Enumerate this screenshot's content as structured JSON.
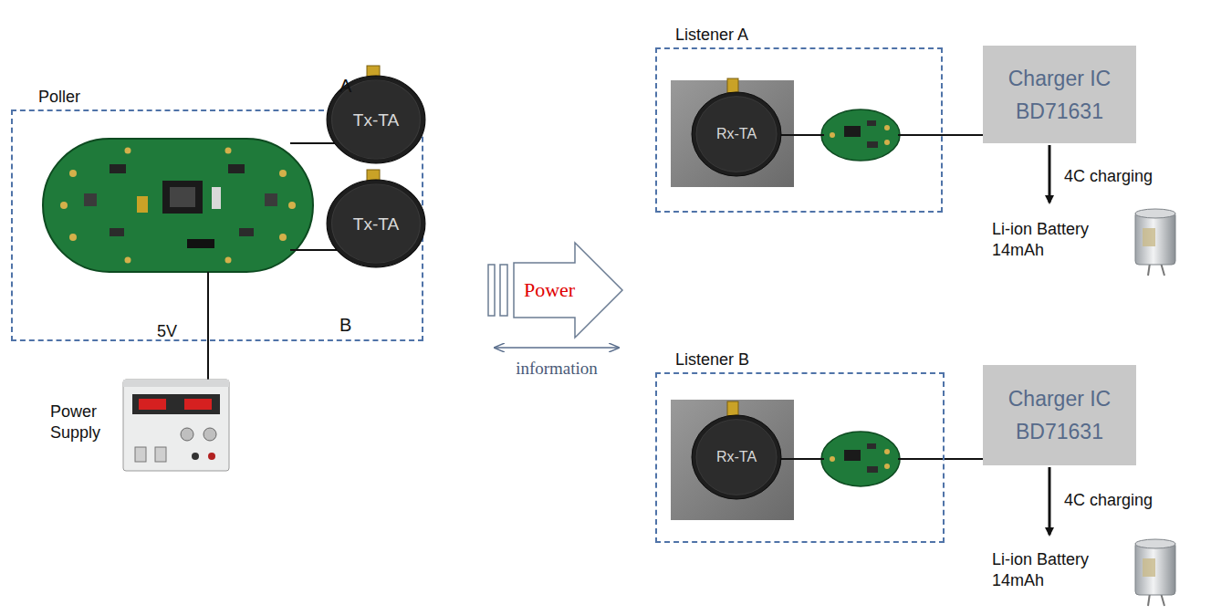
{
  "diagram": {
    "nodes": [
      {
        "text": [
          "Poller"
        ]
      },
      {
        "text": [
          "Tx-TA"
        ],
        "in": 0
      },
      {
        "text": [
          "Tx-TA"
        ],
        "in": 0
      },
      {
        "text": [
          "Listener A"
        ]
      },
      {
        "text": [
          "Rx-TA"
        ],
        "in": 3
      },
      {
        "text": [
          "Charger IC BD71631"
        ]
      },
      {
        "text": [
          "Listener B"
        ]
      },
      {
        "text": [
          "Rx-TA"
        ],
        "in": 6
      },
      {
        "text": [
          "Charger IC BD71631"
        ]
      }
    ],
    "edges": [
      {
        "from": 3,
        "to": 5,
        "arrow": "none"
      },
      {
        "from": 6,
        "to": 8,
        "arrow": "none"
      }
    ],
    "labels": [
      "A",
      "B",
      "5V",
      "Power Supply",
      "Power",
      "information",
      "4C charging",
      "Li-ion Battery 14mAh",
      "4C charging",
      "Li-ion Battery 14mAh"
    ]
  }
}
